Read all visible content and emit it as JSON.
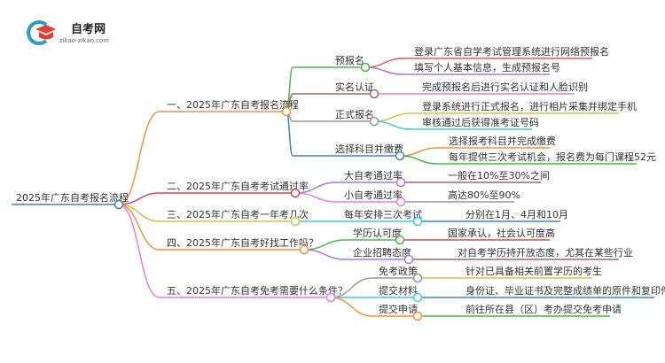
{
  "logo": {
    "name": "自考网",
    "url": "zikao-zikao.com"
  },
  "root": {
    "label": "2025年广东自考报名流程",
    "color": "#3b82c4"
  },
  "branches": [
    {
      "label": "一、2025年广东自考报名流程",
      "color": "#f5923e",
      "children": [
        {
          "label": "预报名",
          "color": "#4db848",
          "leaves": [
            {
              "label": "登录广东省自学考试管理系统进行网络预报名",
              "color": "#e05a5a"
            },
            {
              "label": "填写个人基本信息，生成预报名号",
              "color": "#a97bd6"
            }
          ]
        },
        {
          "label": "实名认证",
          "color": "#9b6b5a",
          "leaves": [
            {
              "label": "完成预报名后进行实名认证和人脸识别",
              "color": "#ea7fd0"
            }
          ]
        },
        {
          "label": "正式报名",
          "color": "#999999",
          "leaves": [
            {
              "label": "登录系统进行正式报名，进行相片采集并绑定手机",
              "color": "#c8c84a"
            },
            {
              "label": "审核通过后获得准考证号码",
              "color": "#3fcfe0"
            }
          ]
        },
        {
          "label": "选择科目并缴费",
          "color": "#3b87c8",
          "leaves": [
            {
              "label": "选择报考科目并完成缴费",
              "color": "#f5923e"
            },
            {
              "label": "每年提供三次考试机会，报名费为每门课程52元",
              "color": "#4db848"
            }
          ]
        }
      ]
    },
    {
      "label": "二、2025年广东自考考试通过率",
      "color": "#d9464e",
      "children": [
        {
          "label": "大自考通过率",
          "color": "#a97bd6",
          "leaves": [
            {
              "label": "一般在10%至30%之间",
              "color": "#9b6b6b"
            }
          ]
        },
        {
          "label": "小自考通过率",
          "color": "#ea7fd0",
          "leaves": [
            {
              "label": "高达80%至90%",
              "color": "#999999"
            }
          ]
        }
      ]
    },
    {
      "label": "三、2025年广东自考一年考几次",
      "color": "#c8c84a",
      "children": [
        {
          "label": "每年安排三次考试",
          "color": "#3fcfe0",
          "leaves": [
            {
              "label": "分别在1月、4月和10月",
              "color": "#3b87c8"
            }
          ]
        }
      ]
    },
    {
      "label": "四、2025年广东自考好找工作吗？",
      "color": "#f5923e",
      "children": [
        {
          "label": "学历认可度",
          "color": "#4db848",
          "leaves": [
            {
              "label": "国家承认，社会认可度高",
              "color": "#e04848"
            }
          ]
        },
        {
          "label": "企业招聘态度",
          "color": "#a97bd6",
          "leaves": [
            {
              "label": "对自考学历持开放态度，尤其在某些行业",
              "color": "#9b6b6b"
            }
          ]
        }
      ]
    },
    {
      "label": "五、2025年广东自考免考需要什么条件？",
      "color": "#ea7fd0",
      "children": [
        {
          "label": "免考政策",
          "color": "#999999",
          "leaves": [
            {
              "label": "针对已具备相关前置学历的考生",
              "color": "#c8c84a"
            }
          ]
        },
        {
          "label": "提交材料",
          "color": "#3fcfe0",
          "leaves": [
            {
              "label": "身份证、毕业证书及完整成绩单的原件和复印件",
              "color": "#3b87c8"
            }
          ]
        },
        {
          "label": "提交申请",
          "color": "#f5923e",
          "leaves": [
            {
              "label": "前往所在县（区）考办提交免考申请",
              "color": "#4db848"
            }
          ]
        }
      ]
    }
  ]
}
